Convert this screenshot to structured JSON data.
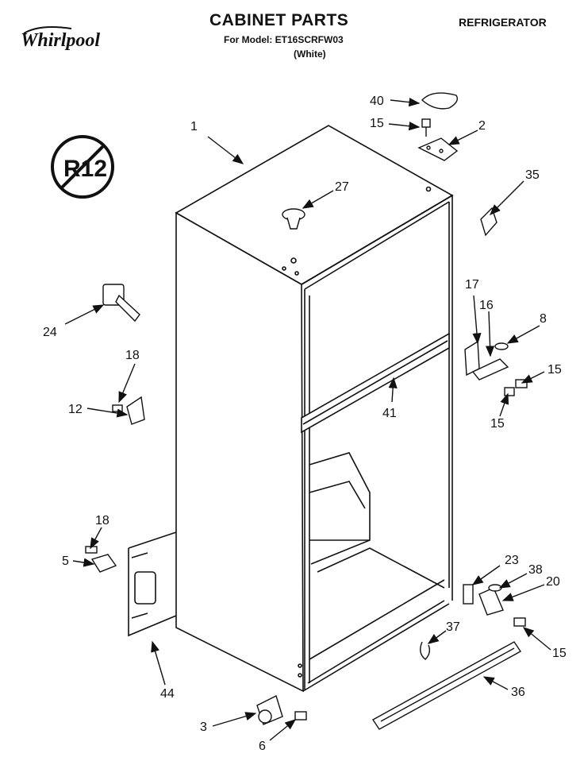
{
  "header": {
    "title": "CABINET PARTS",
    "model": "For Model: ET16SCRFW03",
    "color": "(White)",
    "appliance": "REFRIGERATOR",
    "brand": "Whirlpool"
  },
  "badge": {
    "text": "R12"
  },
  "part_labels": {
    "p1": "1",
    "p2": "2",
    "p3": "3",
    "p5": "5",
    "p6": "6",
    "p8": "8",
    "p12": "12",
    "p15a": "15",
    "p15b": "15",
    "p15c": "15",
    "p15d": "15",
    "p16": "16",
    "p17": "17",
    "p18a": "18",
    "p18b": "18",
    "p20": "20",
    "p23": "23",
    "p24": "24",
    "p27": "27",
    "p35": "35",
    "p36": "36",
    "p37": "37",
    "p38": "38",
    "p40": "40",
    "p41": "41",
    "p44": "44"
  }
}
